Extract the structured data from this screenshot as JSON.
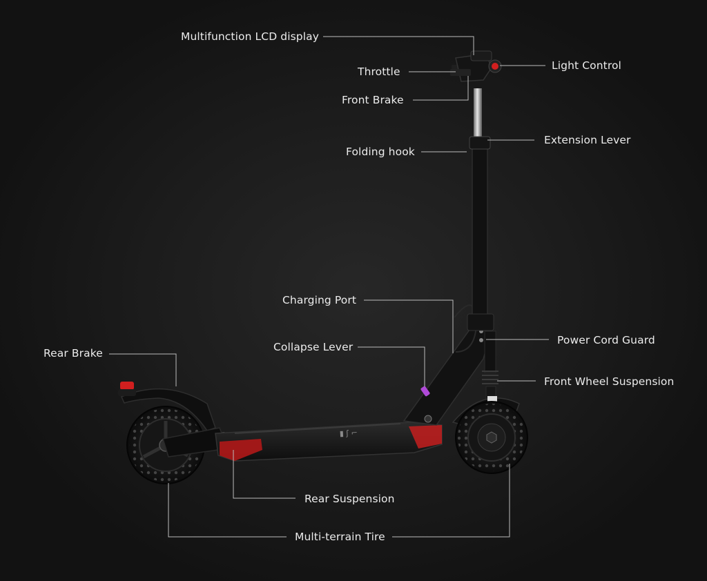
{
  "labels": {
    "lcd": "Multifunction LCD display",
    "throttle": "Throttle",
    "front_brake": "Front Brake",
    "light_control": "Light Control",
    "extension_lever": "Extension Lever",
    "folding_hook": "Folding hook",
    "charging_port": "Charging Port",
    "collapse_lever": "Collapse Lever",
    "power_cord_guard": "Power Cord Guard",
    "rear_brake": "Rear Brake",
    "front_wheel_suspension": "Front Wheel Suspension",
    "rear_suspension": "Rear Suspension",
    "multi_terrain_tire": "Multi-terrain Tire"
  },
  "colors": {
    "background": "#1a1a1a",
    "scooter_body": "#111111",
    "accent_red": "#d11f1f",
    "accent_purple": "#b04ad8",
    "leader_line": "#bdbdbd"
  }
}
